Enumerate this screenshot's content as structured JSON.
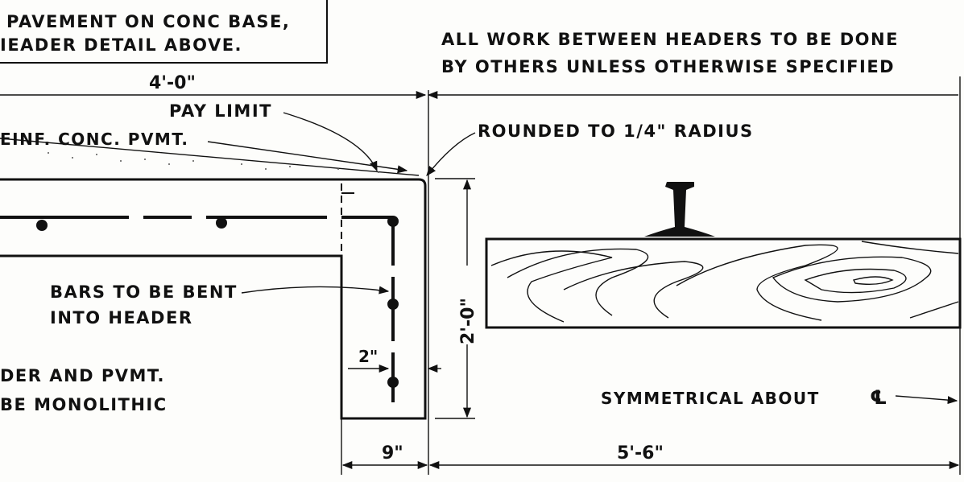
{
  "notes": {
    "box_line1": "PAVEMENT ON CONC BASE,",
    "box_line2": "IEADER DETAIL ABOVE.",
    "work_line1": "ALL WORK BETWEEN HEADERS TO BE DONE",
    "work_line2": "BY OTHERS UNLESS OTHERWISE SPECIFIED",
    "pay_limit": "PAY LIMIT",
    "pvmt": "EINF. CONC. PVMT.",
    "rounded": "ROUNDED TO 1/4\" RADIUS",
    "bars_line1": "BARS TO BE BENT",
    "bars_line2": "INTO HEADER",
    "mono_line1": "DER AND PVMT.",
    "mono_line2": "BE MONOLITHIC",
    "symmetrical": "SYMMETRICAL ABOUT",
    "centerline": "℄"
  },
  "dimensions": {
    "top_width": "4'-0\"",
    "header_height": "2'-0\"",
    "bar_spacing": "2\"",
    "header_width": "9\"",
    "half_width": "5'-6\""
  }
}
